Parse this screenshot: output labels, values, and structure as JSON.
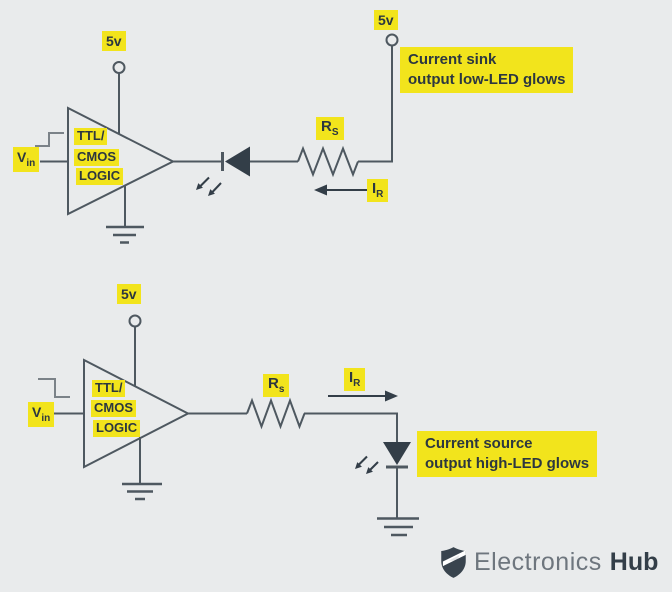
{
  "colors": {
    "background": "#e9ebec",
    "highlight_yellow": "#f2e41c",
    "circuit_line": "#4e5860",
    "dark_fill": "#333e48",
    "waveform_gray": "#7b8288",
    "brand_gray": "#6e767e"
  },
  "top_circuit": {
    "supply_left": "5v",
    "supply_right": "5v",
    "input": {
      "main": "V",
      "sub": "in"
    },
    "gate_lines": [
      "TTL/",
      "CMOS",
      "LOGIC"
    ],
    "resistor": {
      "main": "R",
      "sub": "S"
    },
    "current": {
      "main": "I",
      "sub": "R"
    },
    "note_line1": "Current sink",
    "note_line2": "output low-LED glows"
  },
  "bottom_circuit": {
    "supply": "5v",
    "input": {
      "main": "V",
      "sub": "in"
    },
    "gate_lines": [
      "TTL/",
      "CMOS",
      "LOGIC"
    ],
    "resistor": {
      "main": "R",
      "sub": "s"
    },
    "current": {
      "main": "I",
      "sub": "R"
    },
    "note_line1": "Current source",
    "note_line2": "output high-LED glows"
  },
  "footer": {
    "brand_name": "Electronics",
    "brand_suffix": "Hub"
  }
}
